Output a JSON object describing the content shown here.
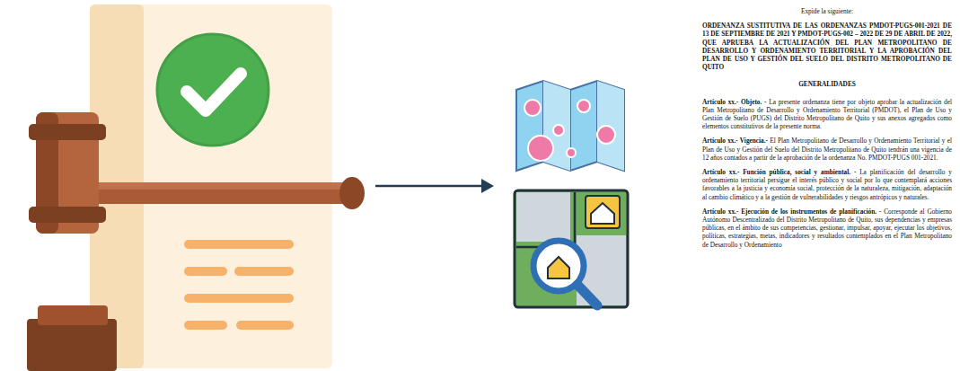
{
  "diagram": {
    "labels": [
      "Expide la siguiente:",
      "ORDENANZA SUSTITUTIVA DE LAS ORDENANZAS PMDOT-PUGS-001-2021 DE 13 DE SEPTIEMBRE DE 2021 Y PMDOT-PUGS-002 – 2022 DE 29 DE ABRIL DE 2022, QUE APRUEBA LA ACTUALIZACIÓN DEL PLAN METROPOLITANO DE DESARROLLO Y ORDENAMIENTO TERRITORIAL Y LA APROBACIÓN DEL PLAN DE USO Y GESTIÓN DEL SUELO DEL DISTRITO METROPOLITANO DE QUITO",
      "GENERALIDADES",
      "Artículo xx.- Objeto.",
      "- La presente ordenanza tiene por objeto aprobar la actualización del Plan Metropolitano de Desarrollo y Ordenamiento Territorial (PMDOT), el Plan de Uso y Gestión de Suelo (PUGS) del Distrito Metropolitano de Quito y sus anexos agregados como elementos constitutivos de la presente norma.",
      "Artículo xx.- Vigencia.-",
      "El Plan Metropolitano de Desarrollo y Ordenamiento Territorial y el Plan de Uso y Gestión del Suelo del Distrito Metropolitano de Quito tendrán una vigencia de 12 años contados a partir de la aprobación de la ordenanza No. PMDOT-PUGS 001-2021.",
      "Artículo xx.- Función pública, social y ambiental.",
      "- La planificación del desarrollo y ordenamiento territorial persigue el interés público y social por lo que contemplará acciones favorables a la justicia y economía social, protección de la naturaleza, mitigación, adaptación al cambio climático y a la gestión de vulnerabilidades y riesgos antrópicos y naturales.",
      "Artículo xx.- Ejecución de los instrumentos de planificación.",
      "- Corresponde al Gobierno Autónomo Descentralizado del Distrito Metropolitano de Quito, sus dependencias y empresas públicas, en el ámbito de sus competencias, gestionar, impulsar, apoyar, ejecutar los objetivos, políticas, estrategias, metas, indicadores y resultados contemplados en el Plan Metropolitano de Desarrollo y Ordenamiento"
    ]
  }
}
